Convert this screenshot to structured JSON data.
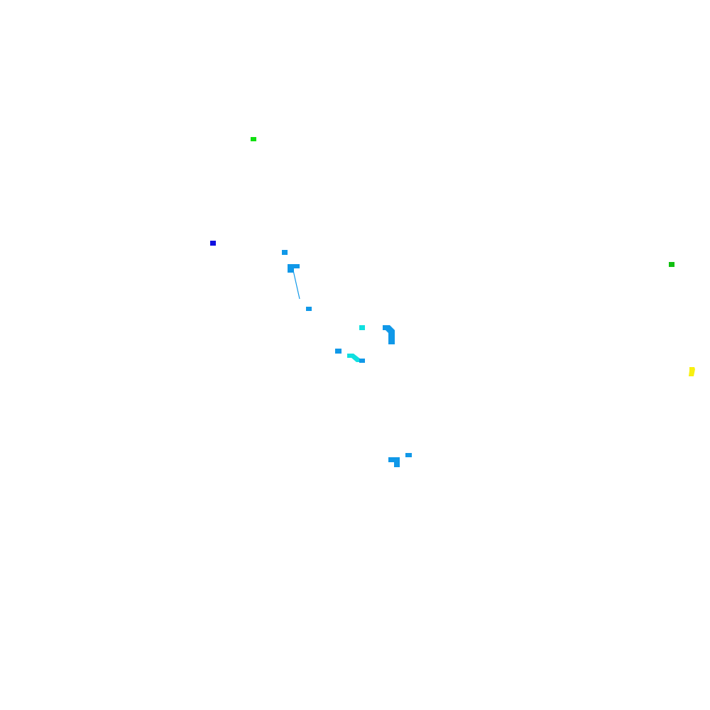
{
  "background": "#ffffff",
  "palette": {
    "blue": "#1010e0",
    "light_blue": "#1098e8",
    "cyan": "#10e0e0",
    "green": "#10e010",
    "dark_green": "#10c010",
    "yellow": "#f8f010"
  },
  "marks": [
    {
      "name": "green-speck-top",
      "color": "green"
    },
    {
      "name": "blue-speck",
      "color": "blue"
    },
    {
      "name": "light-blue-speck-1",
      "color": "light_blue"
    },
    {
      "name": "light-blue-corner-shape",
      "color": "light_blue"
    },
    {
      "name": "light-blue-thin-line",
      "color": "light_blue"
    },
    {
      "name": "light-blue-speck-2",
      "color": "light_blue"
    },
    {
      "name": "cyan-speck",
      "color": "cyan"
    },
    {
      "name": "light-blue-bent-shape",
      "color": "light_blue"
    },
    {
      "name": "light-blue-speck-3",
      "color": "light_blue"
    },
    {
      "name": "cyan-bent-shape",
      "color": "cyan"
    },
    {
      "name": "light-blue-speck-4",
      "color": "light_blue"
    },
    {
      "name": "dark-green-speck-right",
      "color": "dark_green"
    },
    {
      "name": "yellow-speck-right",
      "color": "yellow"
    },
    {
      "name": "light-blue-speck-5",
      "color": "light_blue"
    },
    {
      "name": "light-blue-corner-shape-bottom",
      "color": "light_blue"
    }
  ]
}
